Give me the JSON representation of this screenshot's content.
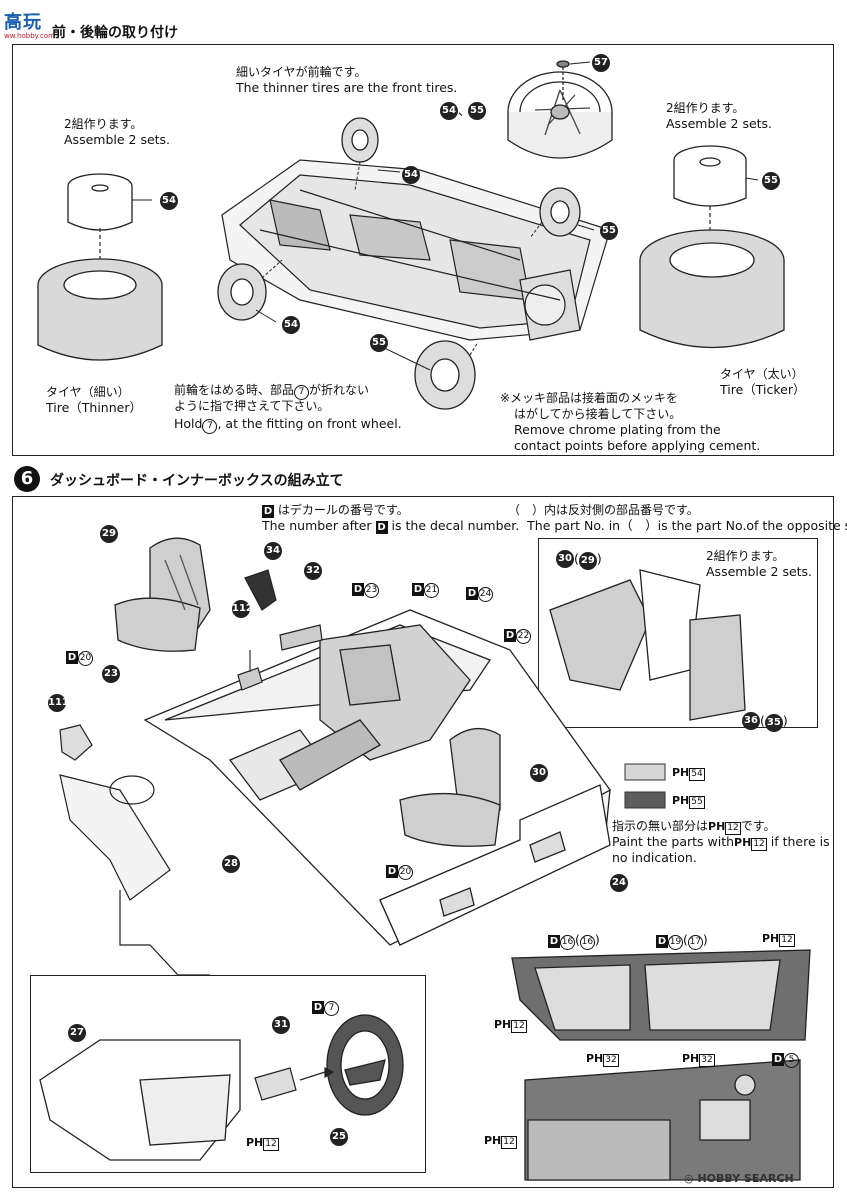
{
  "brand": {
    "logo_text": "高玩",
    "logo_sub": "ww.hobby.com"
  },
  "step5": {
    "title": "前・後輪の取り付け",
    "front_note_jp": "細いタイヤが前輪です。",
    "front_note_en": "The thinner tires are the front tires.",
    "left_assemble_jp": "2組作ります。",
    "left_assemble_en": "Assemble 2 sets.",
    "right_assemble_jp": "2組作ります。",
    "right_assemble_en": "Assemble 2 sets.",
    "tire_thin_jp": "タイヤ（細い）",
    "tire_thin_en": "Tire（Thinner）",
    "tire_thick_jp": "タイヤ（太い）",
    "tire_thick_en": "Tire（Ticker）",
    "hold_jp_1": "前輪をはめる時、部品",
    "hold_jp_2": "が折れない",
    "hold_jp_3": "ように指で押さえて下さい。",
    "hold_en_1": "Hold",
    "hold_en_2": ", at the fitting on front wheel.",
    "hold_part": "7",
    "chrome_jp_1": "※メッキ部品は接着面のメッキを",
    "chrome_jp_2": "はがしてから接着して下さい。",
    "chrome_en_1": "Remove chrome plating from the",
    "chrome_en_2": "contact points before applying cement.",
    "parts": [
      "57",
      "54",
      "55",
      "54",
      "55",
      "54",
      "55",
      "54",
      "55"
    ],
    "part_sep": "、"
  },
  "step6": {
    "number": "6",
    "title": "ダッシュボード・インナーボックスの組み立て",
    "decal_note_jp": "はデカールの番号です。",
    "decal_note_en_1": "The number after",
    "decal_note_en_2": "is the decal number.",
    "opposite_jp": "（　）内は反対側の部品番号です。",
    "opposite_en_1": "The part No. in（　）is the part No.of the opposite side.",
    "decal_letter": "D",
    "assemble_jp": "2組作ります。",
    "assemble_en": "Assemble 2 sets.",
    "paint_light": "54",
    "paint_dark": "55",
    "ph_label": "PH",
    "no_indication_jp_1": "指示の無い部分は",
    "no_indication_jp_2": "です。",
    "no_indication_en_1": "Paint the parts with",
    "no_indication_en_2": "if there is",
    "no_indication_en_3": "no indication.",
    "ph_default": "12",
    "parts": {
      "p29": "29",
      "p34": "34",
      "p32": "32",
      "p112": "112",
      "p23": "23",
      "p111": "111",
      "p28": "28",
      "p30": "30",
      "p24": "24",
      "p36": "36",
      "p35": "35",
      "p30b": "30",
      "p29b": "29",
      "p27": "27",
      "p31": "31",
      "p25": "25"
    },
    "decals": {
      "d20a": "20",
      "d23": "23",
      "d21": "21",
      "d24": "24",
      "d22": "22",
      "d20b": "20",
      "d16": "16",
      "d16b": "16",
      "d19": "19",
      "d17": "17",
      "d7": "7",
      "d5": "5"
    },
    "ph_marks": {
      "a": "12",
      "b": "12",
      "c": "32",
      "d": "32",
      "e": "12",
      "f": "12",
      "g": "12"
    }
  },
  "footer": {
    "watermark": "HOBBY SEARCH",
    "logo_mark": "◎"
  }
}
